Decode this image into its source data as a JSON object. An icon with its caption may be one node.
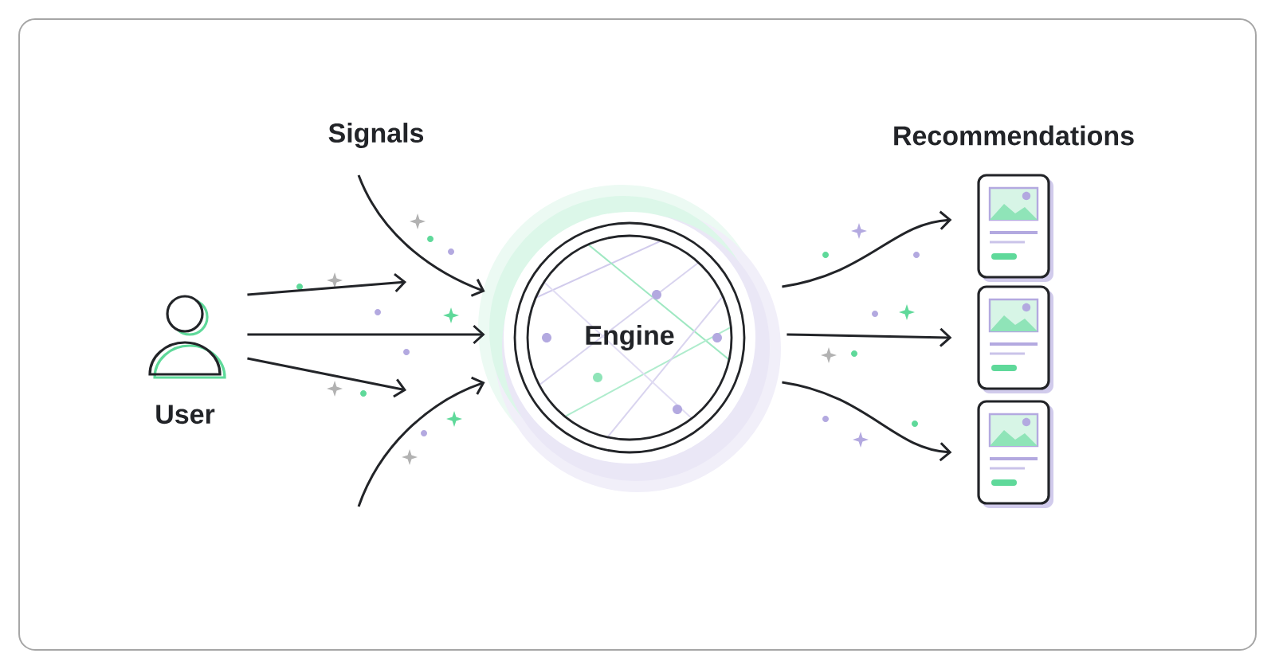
{
  "diagram": {
    "nodes": [
      {
        "text": [
          "User"
        ]
      },
      {
        "text": [
          "Engine"
        ]
      },
      {
        "text": [],
        "shape": "box"
      },
      {
        "text": [],
        "shape": "box"
      },
      {
        "text": [],
        "shape": "box"
      }
    ],
    "edges": [
      {
        "from": null,
        "to": 1,
        "arrow": "to"
      },
      {
        "from": 0,
        "to": null,
        "arrow": "to"
      },
      {
        "from": 0,
        "to": 1,
        "arrow": "to"
      },
      {
        "from": 0,
        "to": null,
        "arrow": "to"
      },
      {
        "from": null,
        "to": 1,
        "arrow": "to"
      },
      {
        "from": 1,
        "to": 2,
        "arrow": "to"
      },
      {
        "from": 1,
        "to": 3,
        "arrow": "to"
      },
      {
        "from": 1,
        "to": 4,
        "arrow": "to"
      }
    ],
    "labels": [
      "Signals",
      "Recommendations"
    ]
  }
}
